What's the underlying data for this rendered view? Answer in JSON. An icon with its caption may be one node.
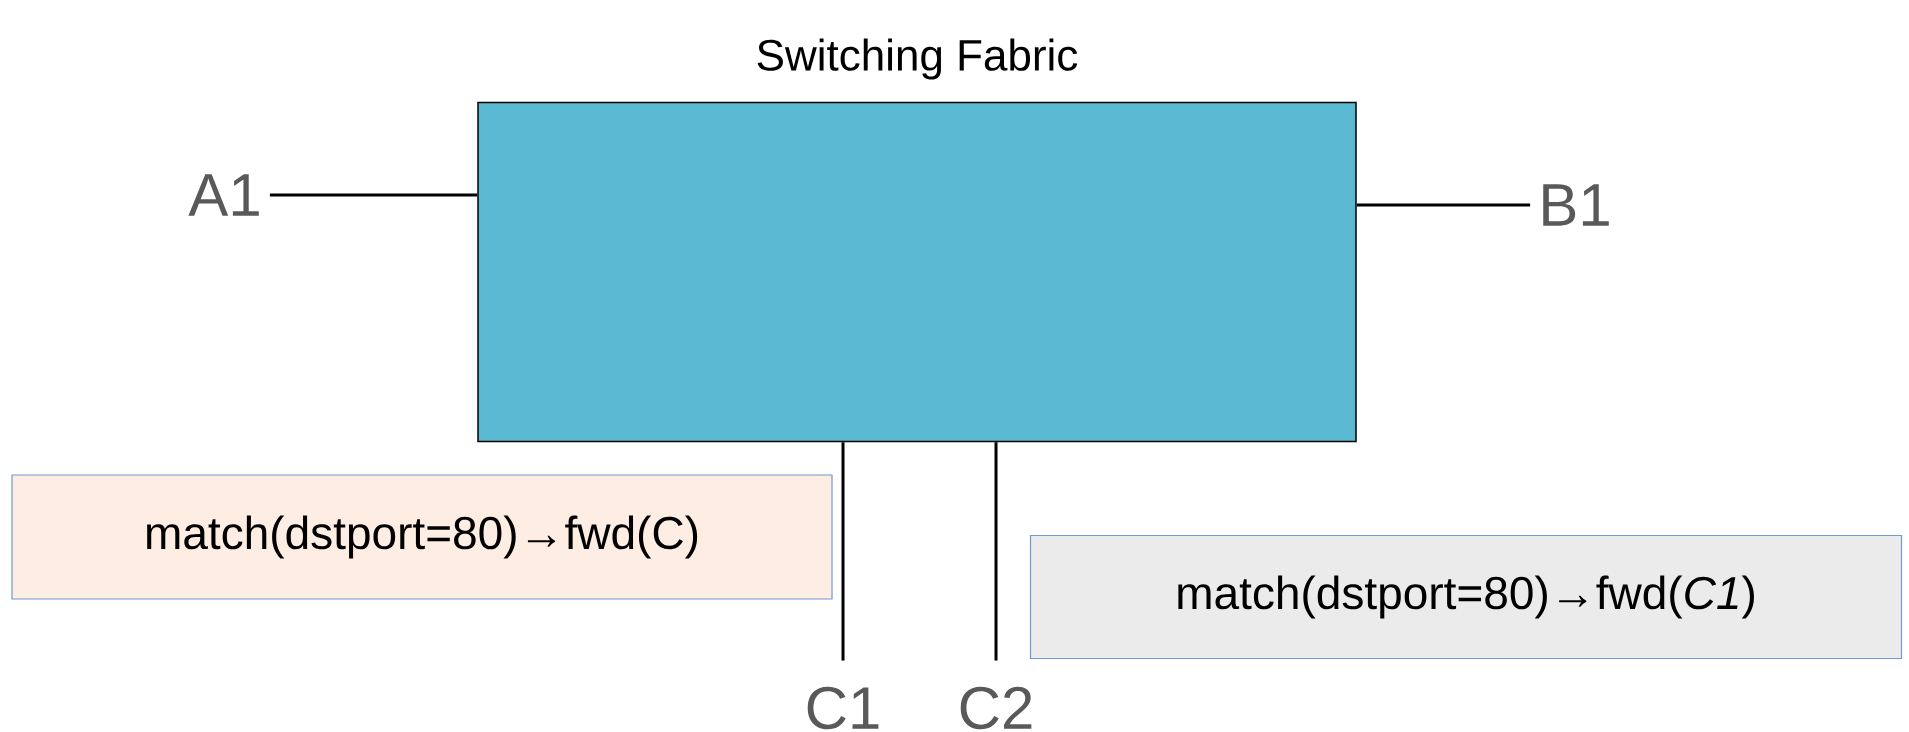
{
  "diagram": {
    "nodes": [
      {
        "text": [
          "Switching Fabric"
        ]
      },
      {
        "text": [
          "A1"
        ]
      },
      {
        "text": [
          "B1"
        ]
      },
      {
        "text": [
          "C1"
        ]
      },
      {
        "text": [
          "C2"
        ]
      },
      {
        "text": [
          "match(dstport=80)→fwd(C)"
        ]
      },
      {
        "text": [
          "match(dstport=80)→fwd(*C1*)"
        ]
      }
    ],
    "edges": [
      {
        "from": 1,
        "to": 0,
        "arrow": "none"
      },
      {
        "from": 0,
        "to": 2,
        "arrow": "none"
      },
      {
        "from": 0,
        "to": 3,
        "arrow": "none"
      },
      {
        "from": 0,
        "to": 4,
        "arrow": "none"
      }
    ]
  }
}
